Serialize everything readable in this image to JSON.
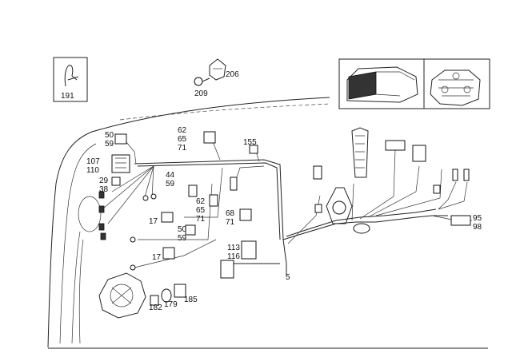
{
  "callouts": {
    "c191": "191",
    "c206": "206",
    "c209": "209",
    "c50a": "50",
    "c59a": "59",
    "c107": "107",
    "c110": "110",
    "c29": "29",
    "c38": "38",
    "c62a": "62",
    "c65a": "65",
    "c71a": "71",
    "c155": "155",
    "c44": "44",
    "c59b": "59",
    "c62b": "62",
    "c65b": "65",
    "c71b": "71",
    "c17a": "17",
    "c50b": "50",
    "c59c": "59",
    "c68": "68",
    "c71c": "71",
    "c113": "113",
    "c116": "116",
    "c17b": "17",
    "c5": "5",
    "c182": "182",
    "c179": "179",
    "c185": "185",
    "c95": "95",
    "c98": "98"
  }
}
